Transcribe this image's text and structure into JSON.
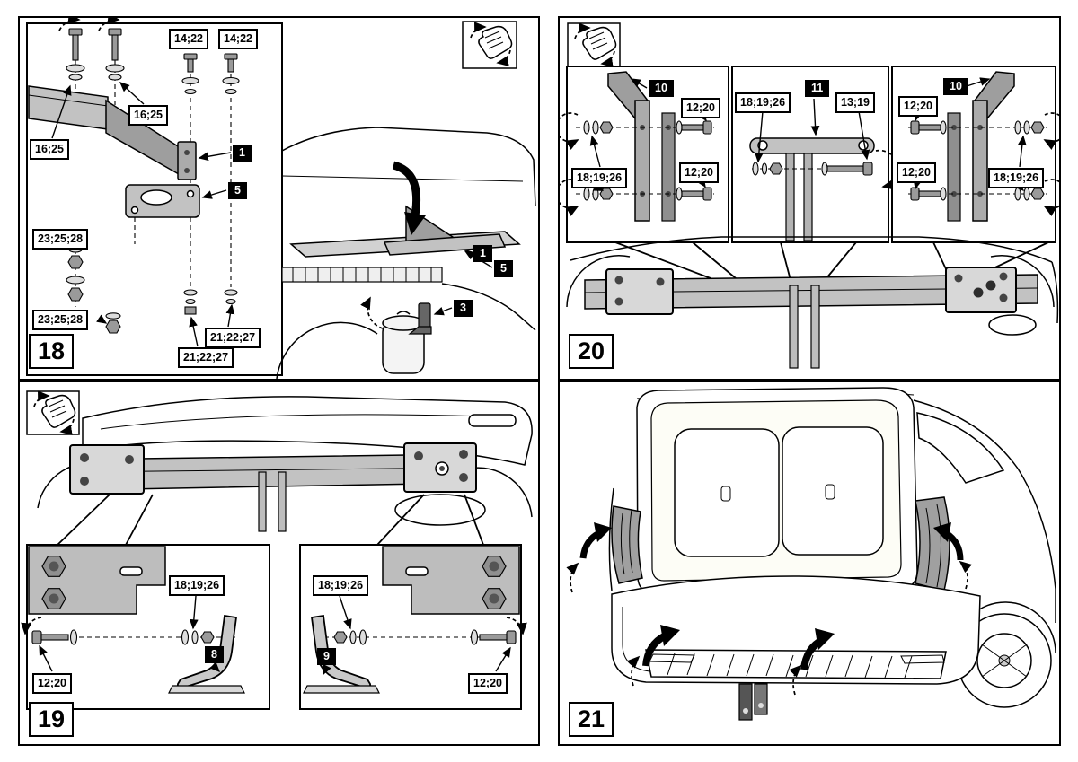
{
  "colors": {
    "line": "#000000",
    "metal_light": "#c6c6c6",
    "metal_mid": "#9e9e9e",
    "callout_bg": "#ffffff",
    "part_label_bg": "#000000"
  },
  "icons": {
    "hand_tighten": "hand-with-rotation-arrows-pictogram"
  },
  "panels": {
    "p18": {
      "step": "18",
      "callouts": {
        "bolt_top_a": "14;22",
        "bolt_top_b": "14;22",
        "washer_upper": "16;25",
        "washer_lower": "16;25",
        "bracket_inner": "1",
        "plate_inner": "5",
        "nut_stack_upper": "23;25;28",
        "nut_stack_lower": "23;25;28",
        "nut_right_a": "21;22;27",
        "nut_right_b": "21;22;27",
        "bracket_main": "1",
        "plate_main": "5",
        "support": "3"
      }
    },
    "p19": {
      "step": "19",
      "callouts": {
        "hardware_left": "18;19;26",
        "strap_left": "8",
        "bolt_left": "12;20",
        "hardware_right": "18;19;26",
        "strap_right": "9",
        "bolt_right": "12;20"
      }
    },
    "p20": {
      "step": "20",
      "callouts": {
        "a_bracket": "10",
        "a_bolt_top": "12;20",
        "a_hardware": "18;19;26",
        "a_bolt_mid": "12;20",
        "b_hardware": "18;19;26",
        "b_strap": "11",
        "b_bolt": "13;19",
        "c_bolt_top": "12;20",
        "c_bracket": "10",
        "c_bolt_mid": "12;20",
        "c_hardware": "18;19;26"
      }
    },
    "p21": {
      "step": "21"
    }
  }
}
